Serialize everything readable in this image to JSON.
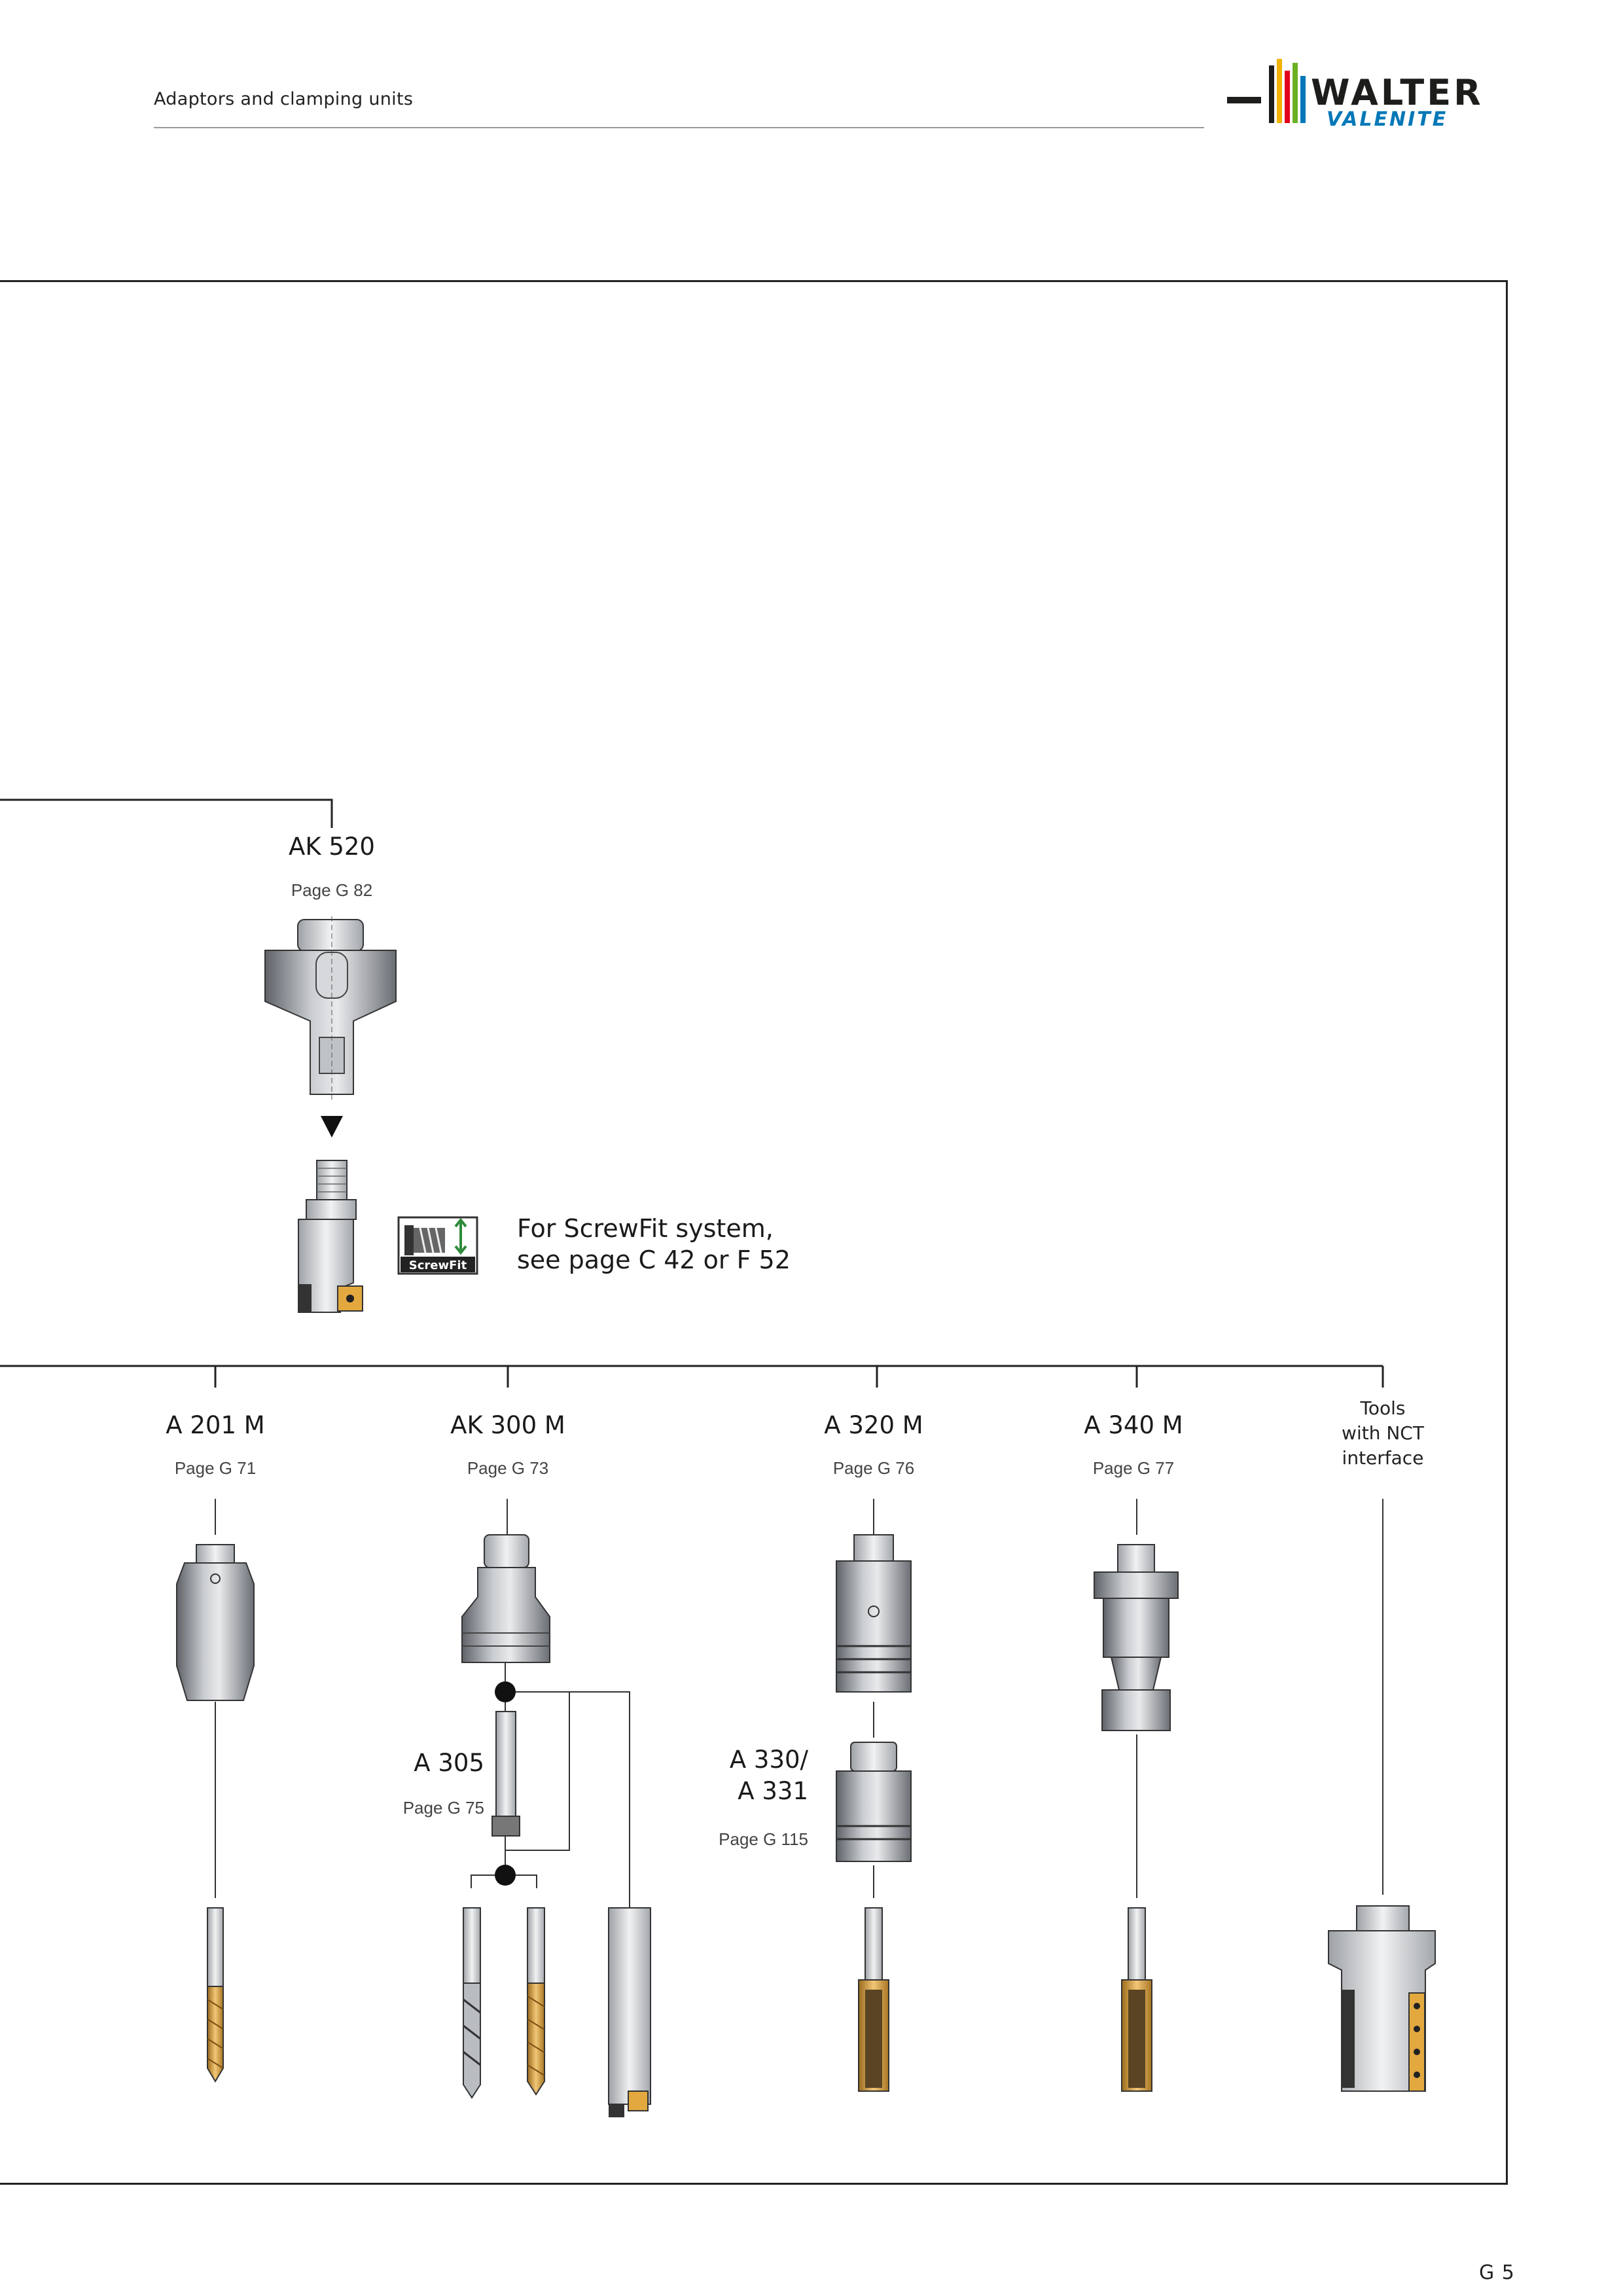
{
  "header": {
    "title": "Adaptors and clamping units"
  },
  "logo": {
    "line1": "WALTER",
    "line2": "VALENITE",
    "colors": [
      "#1d1d1b",
      "#f2b300",
      "#e2001a",
      "#6ab023",
      "#0078b8"
    ]
  },
  "ak520": {
    "label": "AK 520",
    "page": "Page G 82"
  },
  "screwfit": {
    "icon_text": "ScrewFit",
    "line1": "For ScrewFit system,",
    "line2": "see page C 42 or F 52"
  },
  "items": [
    {
      "label": "A 201 M",
      "page": "Page G 71"
    },
    {
      "label": "AK 300 M",
      "page": "Page G 73"
    },
    {
      "label": "A 320 M",
      "page": "Page G 76"
    },
    {
      "label": "A 340 M",
      "page": "Page G 77"
    }
  ],
  "nct": {
    "line1": "Tools",
    "line2": "with NCT",
    "line3": "interface"
  },
  "a305": {
    "label": "A 305",
    "page": "Page G 75"
  },
  "a330": {
    "line1": "A 330/",
    "line2": "A 331",
    "page": "Page G 115"
  },
  "footer": {
    "page_number": "G 5"
  },
  "colors": {
    "steel": "#8d9197",
    "gold": "#d9a441",
    "frame": "#222222"
  }
}
